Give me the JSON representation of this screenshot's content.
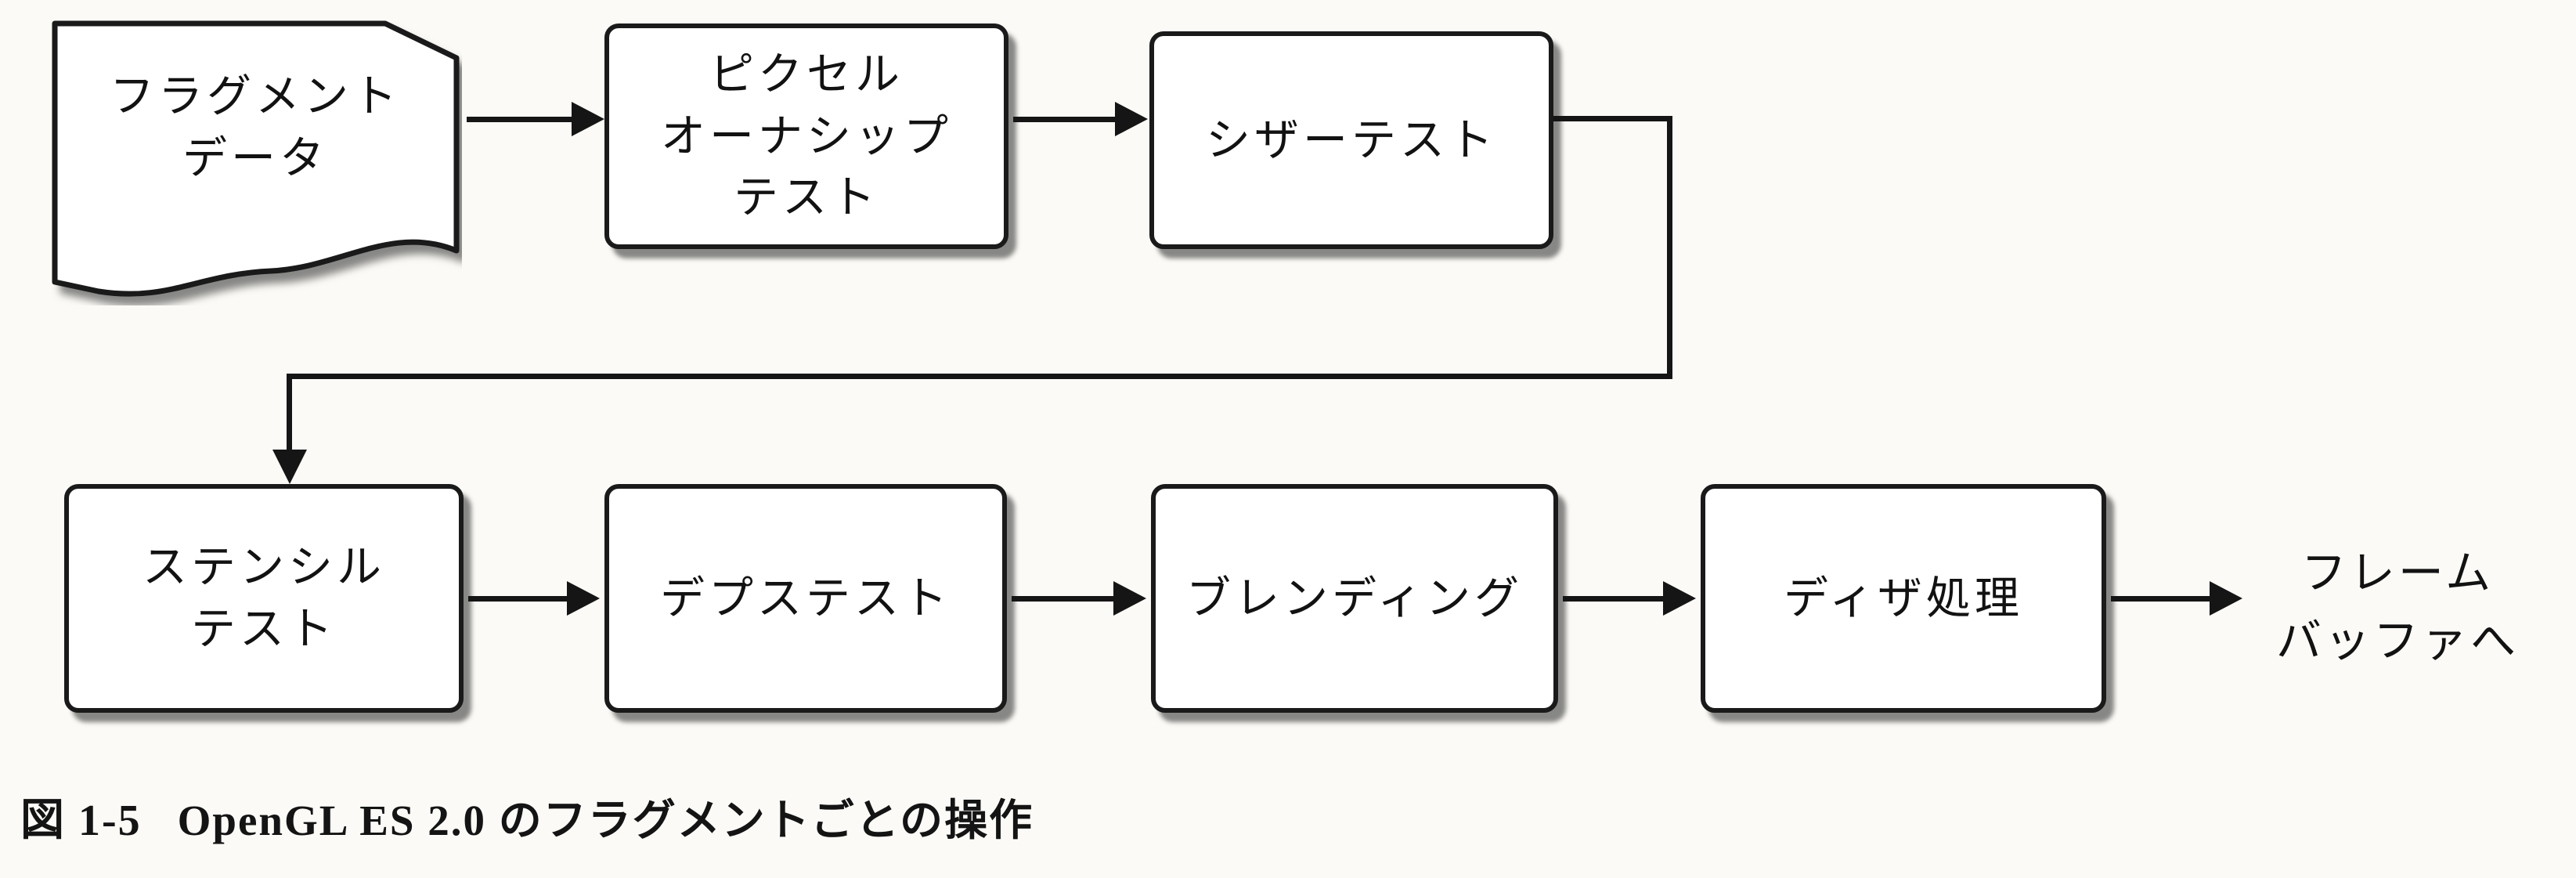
{
  "figure": {
    "caption_label": "図 1-5",
    "caption_title": "OpenGL ES 2.0 のフラグメントごとの操作"
  },
  "diagram": {
    "nodes": {
      "fragment_data": {
        "label": "フラグメント\nデータ",
        "shape": "document"
      },
      "pixel_ownership": {
        "label": "ピクセル\nオーナシップ\nテスト",
        "shape": "rounded-box"
      },
      "scissor": {
        "label": "シザーテスト",
        "shape": "rounded-box"
      },
      "stencil": {
        "label": "ステンシル\nテスト",
        "shape": "rounded-box"
      },
      "depth": {
        "label": "デプステスト",
        "shape": "rounded-box"
      },
      "blending": {
        "label": "ブレンディング",
        "shape": "rounded-box"
      },
      "dither": {
        "label": "ディザ処理",
        "shape": "rounded-box"
      },
      "framebuffer": {
        "label": "フレーム\nバッファへ",
        "shape": "text"
      }
    },
    "flow": [
      "fragment_data",
      "pixel_ownership",
      "scissor",
      "stencil",
      "depth",
      "blending",
      "dither",
      "framebuffer"
    ],
    "colors": {
      "line": "#151515",
      "box_fill": "#ffffff",
      "paper": "#fbfaf6"
    }
  }
}
